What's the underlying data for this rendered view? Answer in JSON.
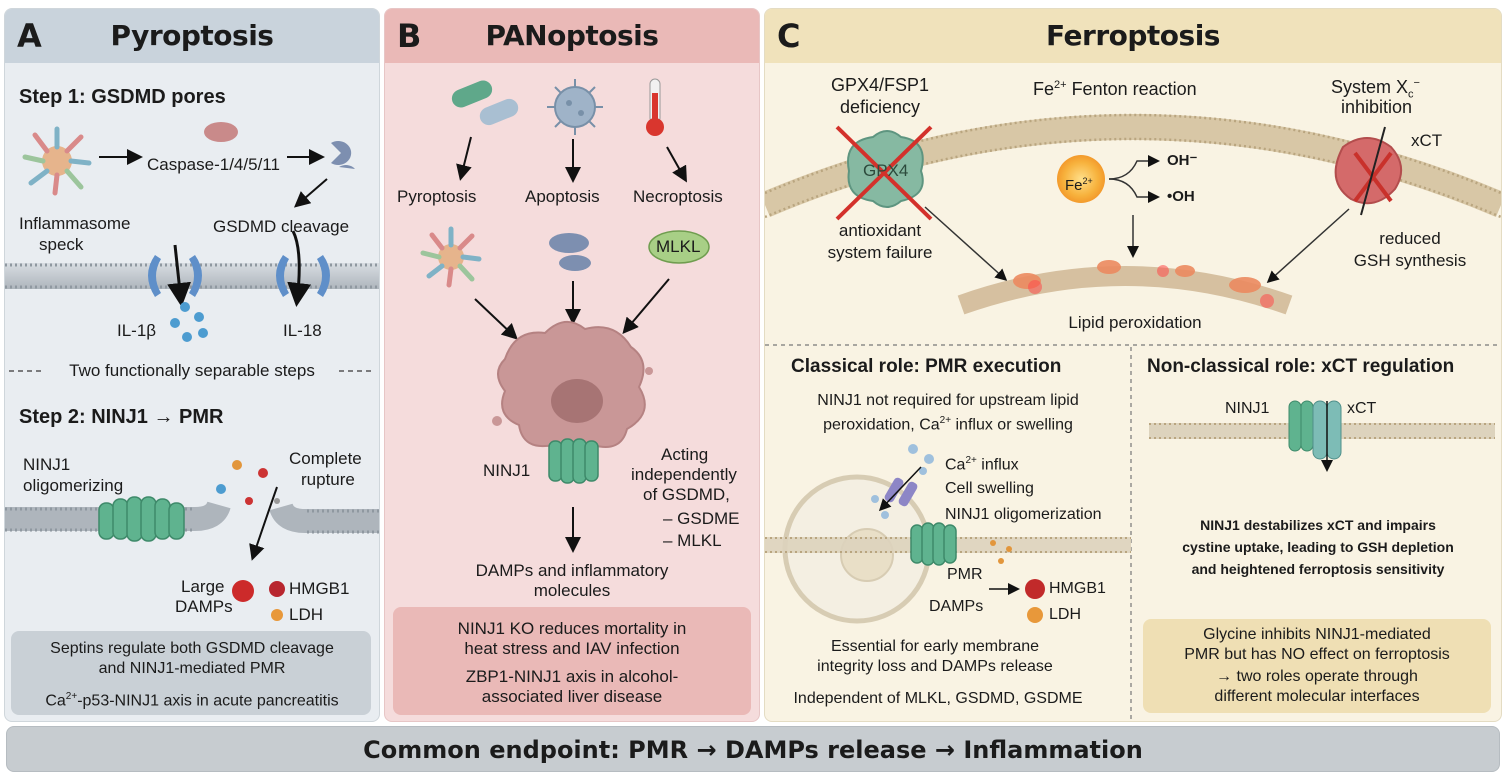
{
  "panel_a": {
    "letter": "A",
    "title": "Pyroptosis",
    "step1": "Step 1: GSDMD pores",
    "caspase": "Caspase-1/4/5/11",
    "inflammasome_l1": "Inflammasome",
    "inflammasome_l2": "speck",
    "gsdmd_cleavage": "GSDMD cleavage",
    "il1b": "IL-1β",
    "il18": "IL-18",
    "separator": "Two functionally separable steps",
    "step2": "Step 2: NINJ1 → PMR",
    "ninj1_l1": "NINJ1",
    "ninj1_l2": "oligomerizing",
    "rupture_l1": "Complete",
    "rupture_l2": "rupture",
    "large_l1": "Large",
    "large_l2": "DAMPs",
    "hmgb1": "HMGB1",
    "ldh": "LDH",
    "note1_l1": "Septins regulate both GSDMD cleavage",
    "note1_l2": "and NINJ1-mediated PMR",
    "note2_pre": "Ca",
    "note2_sup": "2+",
    "note2_post": "-p53-NINJ1 axis in acute pancreatitis"
  },
  "panel_b": {
    "letter": "B",
    "title": "PANoptosis",
    "pyroptosis": "Pyroptosis",
    "apoptosis": "Apoptosis",
    "necroptosis": "Necroptosis",
    "mlkl": "MLKL",
    "ninj1": "NINJ1",
    "acting_l1": "Acting",
    "acting_l2": "independently",
    "acting_l3": "of GSDMD,",
    "acting_l4": "– GSDME",
    "acting_l5": "– MLKL",
    "damps_l1": "DAMPs and inflammatory",
    "damps_l2": "molecules",
    "box_l1": "NINJ1 KO reduces mortality in",
    "box_l2": "heat stress and IAV infection",
    "box_l3": "ZBP1-NINJ1 axis in alcohol-",
    "box_l4": "associated liver disease"
  },
  "panel_c": {
    "letter": "C",
    "title": "Ferroptosis",
    "gpx_l1": "GPX4/FSP1",
    "gpx_l2": "deficiency",
    "fenton_pre": "Fe",
    "fenton_sup": "2+",
    "fenton_post": " Fenton reaction",
    "system_pre": "System X",
    "system_sub": "c",
    "system_sup": "−",
    "system_l2": "inhibition",
    "gpx4_label": "GPX4",
    "xct": "xCT",
    "fe_ion": "Fe",
    "fe_ion_sup": "2+",
    "oh_minus": "OH⁻",
    "oh_radical": "•OH",
    "antiox_l1": "antioxidant",
    "antiox_l2": "system failure",
    "gsh_l1": "reduced",
    "gsh_l2": "GSH synthesis",
    "lipid": "Lipid peroxidation",
    "classical_title": "Classical role: PMR execution",
    "classical_l1": "NINJ1 not required for upstream lipid",
    "classical_l2_pre": "peroxidation, Ca",
    "classical_l2_sup": "2+",
    "classical_l2_post": " influx or swelling",
    "ca_pre": "Ca",
    "ca_sup": "2+",
    "ca_post": " influx",
    "cell_swelling": "Cell swelling",
    "ninj1_olig": "NINJ1 oligomerization",
    "pmr": "PMR",
    "damps": "DAMPs",
    "hmgb1": "HMGB1",
    "ldh": "LDH",
    "essential_l1": "Essential for early membrane",
    "essential_l2": "integrity loss and DAMPs release",
    "independent": "Independent of MLKL, GSDMD, GSDME",
    "nonclassical_title": "Non-classical role: xCT regulation",
    "nc_ninj1": "NINJ1",
    "nc_xct": "xCT",
    "nc_text_l1": "NINJ1 destabilizes xCT and impairs",
    "nc_text_l2": "cystine uptake, leading to GSH depletion",
    "nc_text_l3": "and heightened ferroptosis sensitivity",
    "glycine_l1": "Glycine inhibits NINJ1-mediated",
    "glycine_l2": "PMR but has NO effect on ferroptosis",
    "glycine_l3": "→ two roles operate through",
    "glycine_l4": "different molecular interfaces"
  },
  "footer": "Common endpoint: PMR → DAMPs release → Inflammation"
}
